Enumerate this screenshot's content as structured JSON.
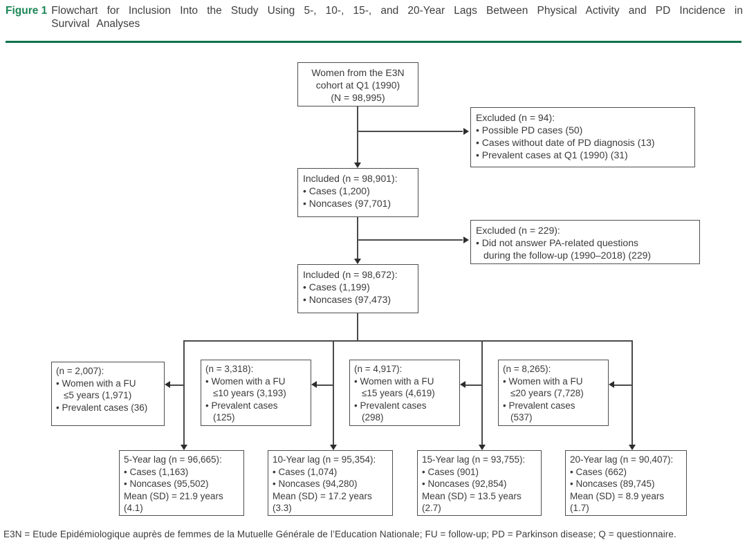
{
  "colors": {
    "accent-green": "#1b8655",
    "rule-green": "#0d714a"
  },
  "header": {
    "label": "Figure 1",
    "title": "Flowchart for Inclusion Into the Study Using 5-, 10-, 15-, and 20-Year Lags Between Physical Activity and PD Incidence in Survival Analyses"
  },
  "flow": {
    "cohort": {
      "text": "Women from the E3N\ncohort at Q1 (1990)\n(N = 98,995)"
    },
    "excluded_q1": {
      "title": "Excluded (n = 94):",
      "bullets": [
        "Possible PD cases (50)",
        "Cases without date of PD diagnosis (13)",
        "Prevalent cases at Q1 (1990) (31)"
      ]
    },
    "included_1": {
      "title": "Included (n = 98,901):",
      "bullets": [
        "Cases (1,200)",
        "Noncases (97,701)"
      ]
    },
    "excluded_pa": {
      "title": "Excluded (n = 229):",
      "bullets": [
        "Did not answer PA-related questions\nduring the follow-up (1990–2018) (229)"
      ]
    },
    "included_2": {
      "title": "Included (n = 98,672):",
      "bullets": [
        "Cases (1,199)",
        "Noncases (97,473)"
      ]
    },
    "fu5": {
      "title": "(n = 2,007):",
      "bullets": [
        "Women with a FU\n≤5 years (1,971)",
        "Prevalent cases (36)"
      ]
    },
    "fu10": {
      "title": "(n = 3,318):",
      "bullets": [
        "Women with a FU\n≤10 years (3,193)",
        "Prevalent cases\n(125)"
      ]
    },
    "fu15": {
      "title": "(n = 4,917):",
      "bullets": [
        "Women with a FU\n≤15 years (4,619)",
        "Prevalent cases\n(298)"
      ]
    },
    "fu20": {
      "title": "(n = 8,265):",
      "bullets": [
        "Women with a FU\n≤20 years (7,728)",
        "Prevalent cases\n(537)"
      ]
    },
    "lag5": {
      "title": "5-Year lag (n = 96,665):",
      "bullets": [
        "Cases (1,163)",
        "Noncases (95,502)"
      ],
      "mean": "Mean (SD) = 21.9 years\n(4.1)"
    },
    "lag10": {
      "title": "10-Year lag (n = 95,354):",
      "bullets": [
        "Cases (1,074)",
        "Noncases (94,280)"
      ],
      "mean": "Mean (SD) = 17.2 years\n(3.3)"
    },
    "lag15": {
      "title": "15-Year lag (n = 93,755):",
      "bullets": [
        "Cases (901)",
        "Noncases (92,854)"
      ],
      "mean": "Mean (SD) = 13.5 years\n(2.7)"
    },
    "lag20": {
      "title": "20-Year lag (n = 90,407):",
      "bullets": [
        "Cases (662)",
        "Noncases (89,745)"
      ],
      "mean": "Mean (SD) = 8.9 years\n(1.7)"
    }
  },
  "footnote": "E3N = Etude Epidémiologique auprès de femmes de la Mutuelle Générale de l’Education Nationale; FU = follow-up; PD = Parkinson disease; Q = questionnaire."
}
